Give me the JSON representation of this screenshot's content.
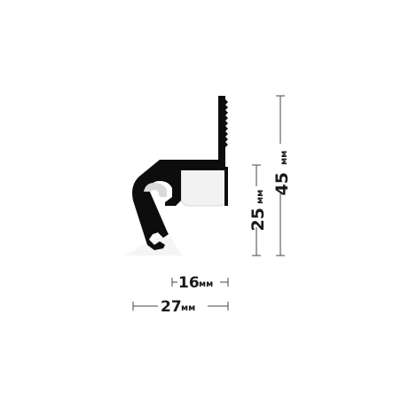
{
  "dimensions": {
    "height_total": {
      "value": "45",
      "unit": "мм"
    },
    "height_inner": {
      "value": "25",
      "unit": "мм"
    },
    "width_inner": {
      "value": "16",
      "unit": "мм"
    },
    "width_total": {
      "value": "27",
      "unit": "мм"
    }
  },
  "colors": {
    "profile": "#0d0d0d",
    "led_strip": "#f4ec5a",
    "diffuser": "#f3f3f3",
    "dimension_line": "#444444",
    "text": "#1a1a1a"
  }
}
